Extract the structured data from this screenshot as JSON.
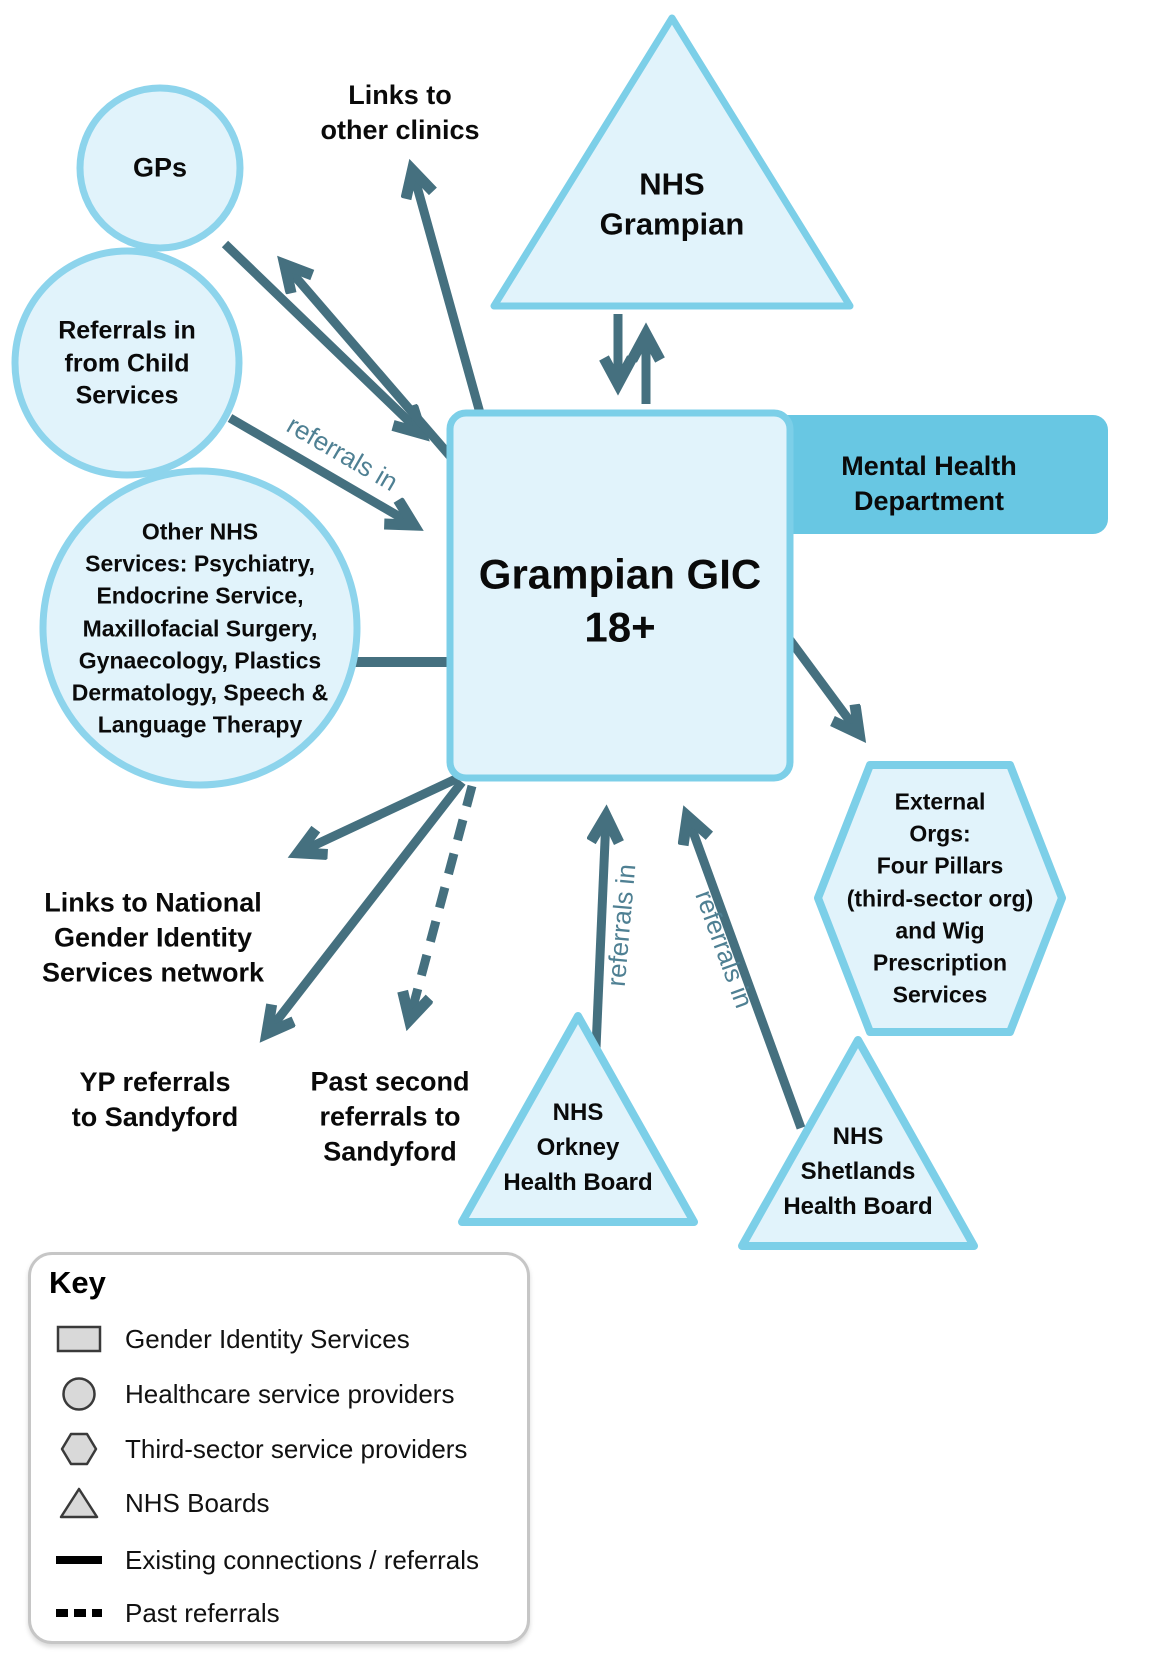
{
  "colors": {
    "node_fill": "#e1f3fb",
    "node_border": "#7ccfe8",
    "mhd_fill": "#68c7e3",
    "arrow": "#45707f",
    "edge_label": "#4f8093",
    "key_icon_fill": "#d9d9d9",
    "key_icon_stroke": "#3a3a3a"
  },
  "nodes": {
    "links_to_clinics": {
      "lines": [
        "Links to",
        "other clinics"
      ]
    },
    "nhs_grampian": {
      "lines": [
        "NHS",
        "Grampian"
      ]
    },
    "gps": {
      "label": "GPs"
    },
    "child_referrals": {
      "lines": [
        "Referrals in",
        "from Child",
        "Services"
      ]
    },
    "other_nhs": {
      "lines": [
        "Other NHS",
        "Services: Psychiatry,",
        "Endocrine Service,",
        "Maxillofacial Surgery,",
        "Gynaecology, Plastics",
        "Dermatology, Speech &",
        "Language Therapy"
      ]
    },
    "grampian_gic": {
      "lines": [
        "Grampian GIC",
        "18+"
      ]
    },
    "mental_health": {
      "lines": [
        "Mental Health",
        "Department"
      ]
    },
    "external_orgs": {
      "lines": [
        "External",
        "Orgs:",
        "Four Pillars",
        "(third-sector org)",
        "and Wig",
        "Prescription",
        "Services"
      ]
    },
    "links_national": {
      "lines": [
        "Links to National",
        "Gender Identity",
        "Services network"
      ]
    },
    "yp_referrals": {
      "lines": [
        "YP referrals",
        "to Sandyford"
      ]
    },
    "past_second": {
      "lines": [
        "Past second",
        "referrals to",
        "Sandyford"
      ]
    },
    "nhs_orkney": {
      "lines": [
        "NHS",
        "Orkney",
        "Health Board"
      ]
    },
    "nhs_shetlands": {
      "lines": [
        "NHS",
        "Shetlands",
        "Health Board"
      ]
    }
  },
  "edge_labels": {
    "referrals_in": "referrals in"
  },
  "key": {
    "title": "Key",
    "items": [
      {
        "icon": "rect",
        "label": "Gender Identity Services"
      },
      {
        "icon": "circle",
        "label": "Healthcare service providers"
      },
      {
        "icon": "hexagon",
        "label": "Third-sector service providers"
      },
      {
        "icon": "triangle",
        "label": "NHS Boards"
      },
      {
        "icon": "solid-line",
        "label": "Existing connections / referrals"
      },
      {
        "icon": "dashed-line",
        "label": "Past referrals"
      }
    ]
  }
}
